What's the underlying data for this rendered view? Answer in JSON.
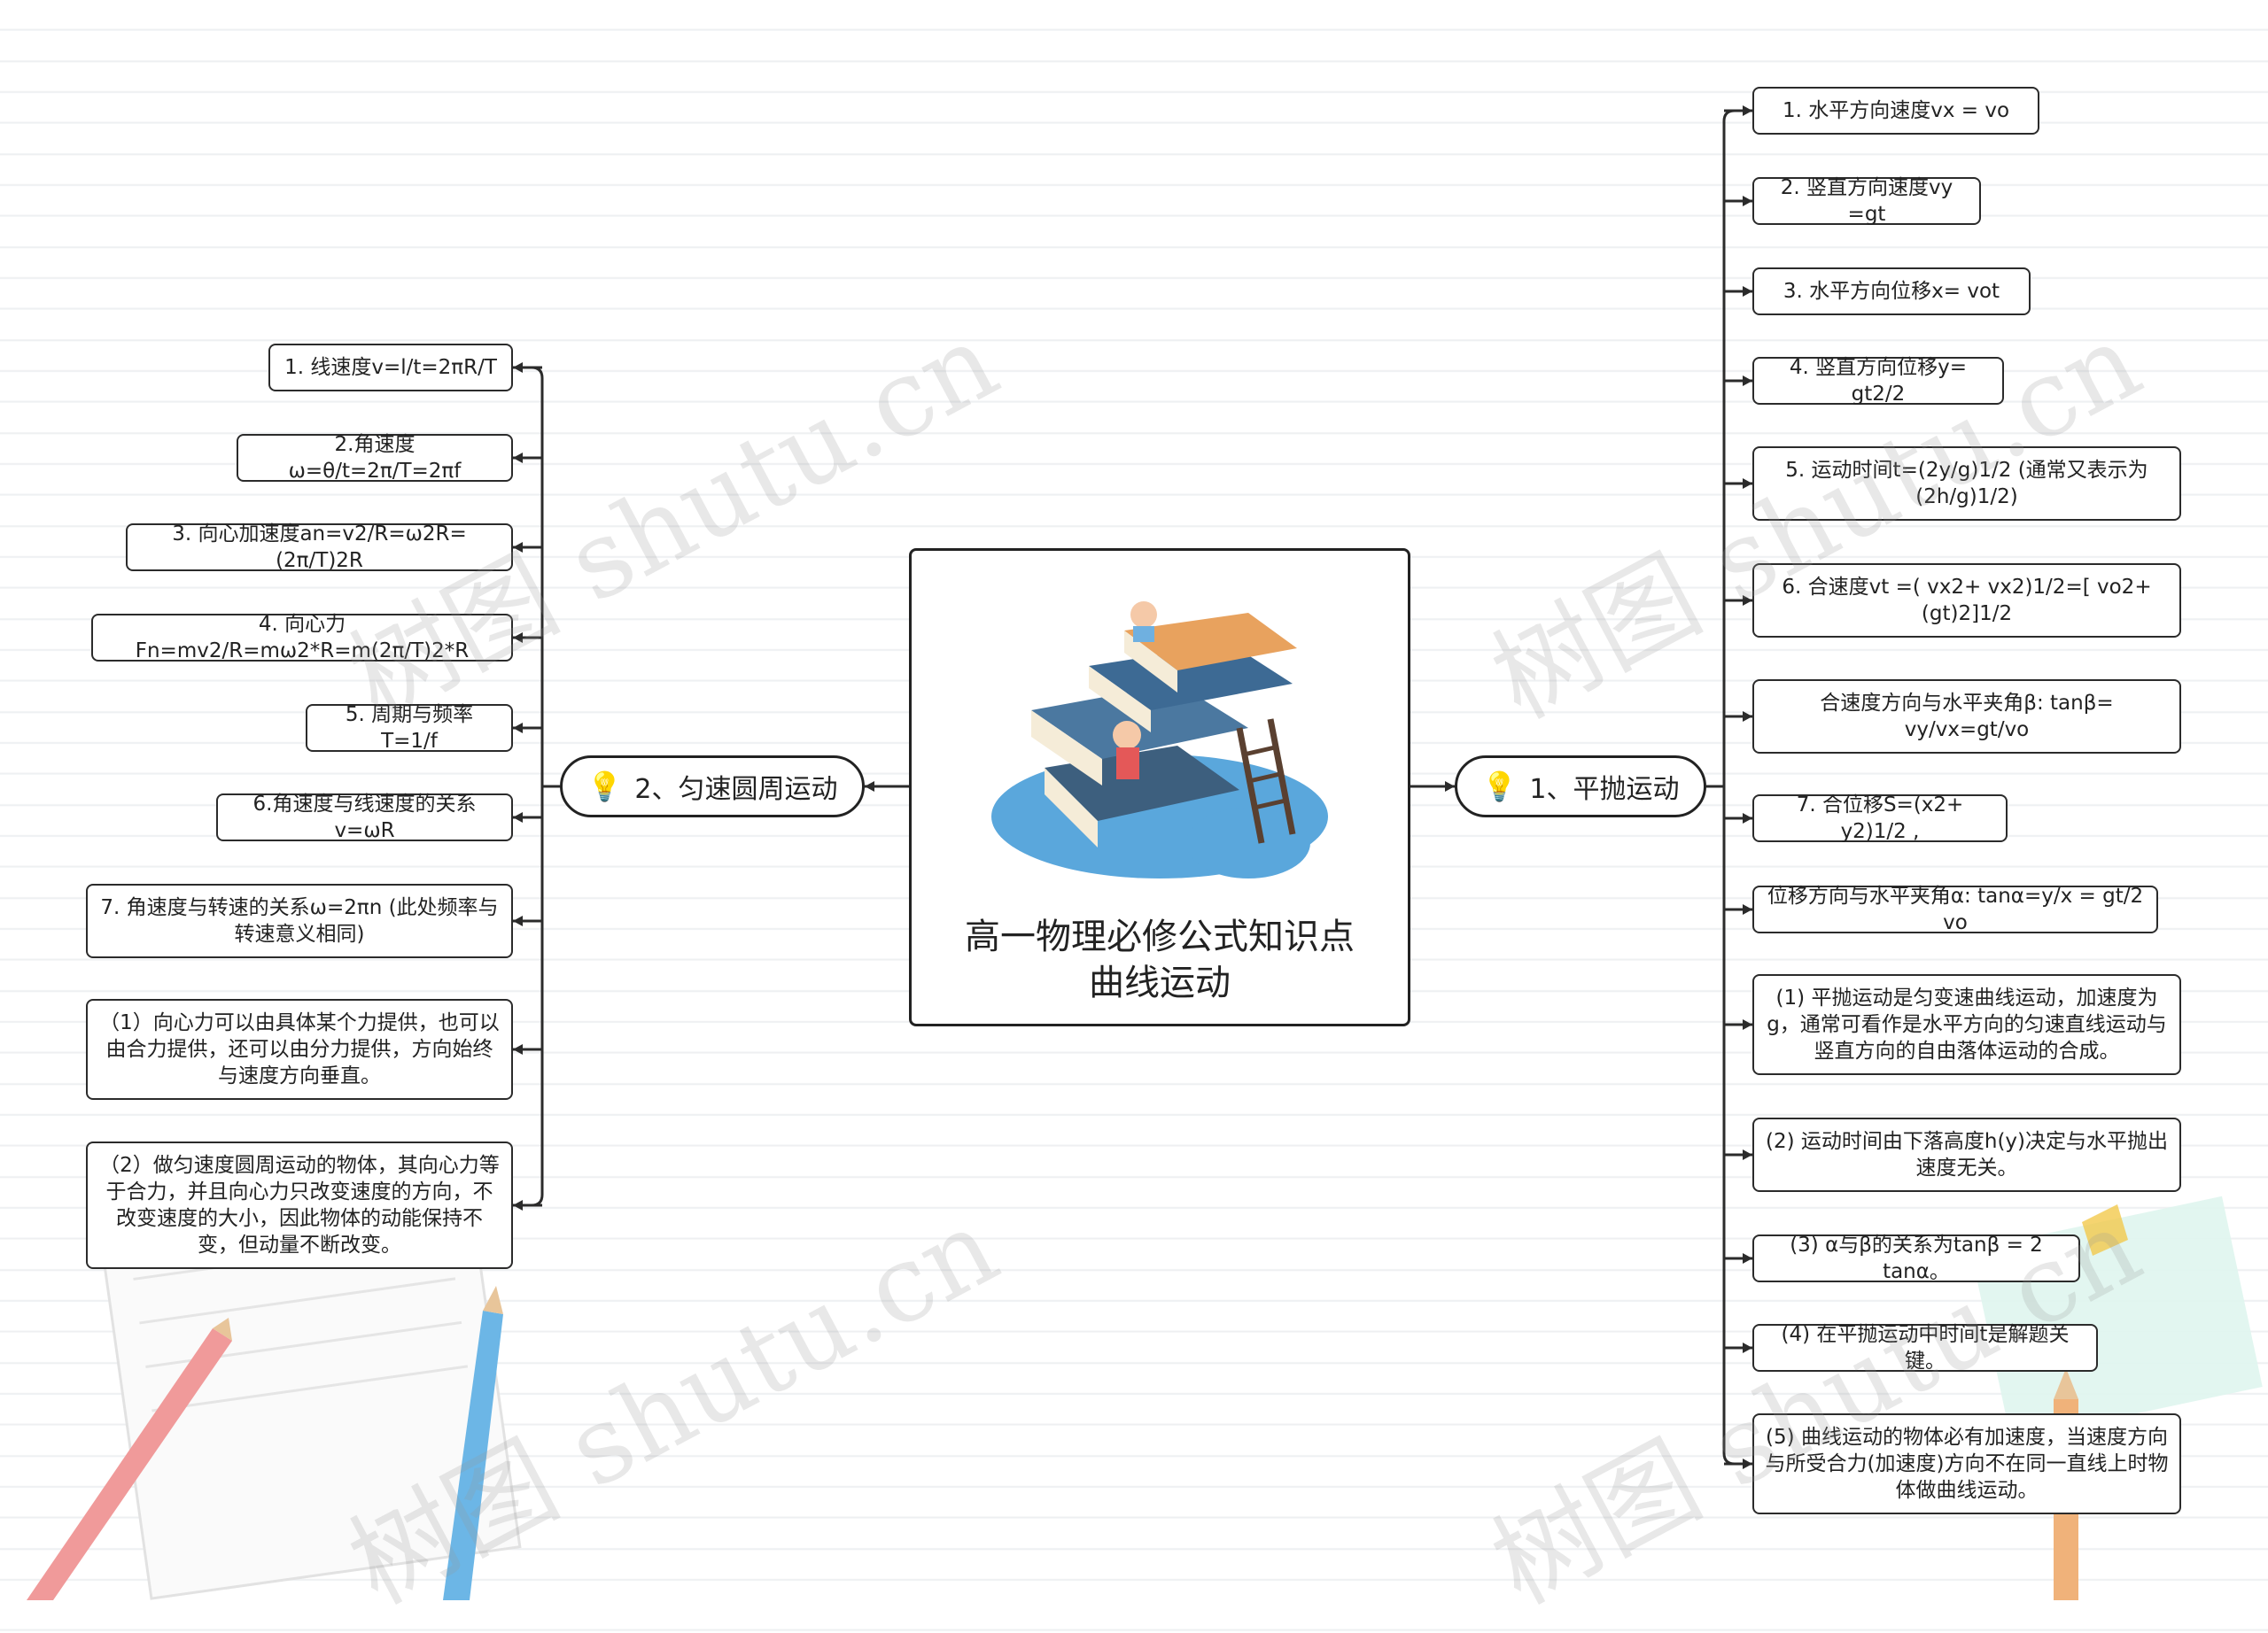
{
  "root": {
    "title_line1": "高一物理必修公式知识点",
    "title_line2": "曲线运动"
  },
  "right_branch": {
    "label": "1、平抛运动",
    "items": [
      "1. 水平方向速度vx = vo",
      "2. 竖直方向速度vy =gt",
      "3. 水平方向位移x= vot",
      "4. 竖直方向位移y= gt2/2",
      "5. 运动时间t=(2y/g)1/2 (通常又表示为(2h/g)1/2)",
      "6. 合速度vt =( vx2+ vx2)1/2=[ vo2+(gt)2]1/2",
      "合速度方向与水平夹角β: tanβ= vy/vx=gt/vo",
      "7. 合位移S=(x2+ y2)1/2 ,",
      "位移方向与水平夹角α: tanα=y/x = gt/2 vo",
      "(1) 平抛运动是匀变速曲线运动，加速度为g，通常可看作是水平方向的匀速直线运动与竖直方向的自由落体运动的合成。",
      "(2) 运动时间由下落高度h(y)决定与水平抛出速度无关。",
      "(3) α与β的关系为tanβ = 2 tanα。",
      "(4) 在平抛运动中时间t是解题关键。",
      "(5) 曲线运动的物体必有加速度，当速度方向与所受合力(加速度)方向不在同一直线上时物体做曲线运动。"
    ]
  },
  "left_branch": {
    "label": "2、匀速圆周运动",
    "items": [
      "1. 线速度v=l/t=2πR/T",
      "2.角速度ω=θ/t=2π/T=2πf",
      "3. 向心加速度an=v2/R=ω2R=(2π/T)2R",
      "4. 向心力Fn=mv2/R=mω2*R=m(2π/T)2*R",
      "5. 周期与频率T=1/f",
      "6.角速度与线速度的关系v=ωR",
      "7. 角速度与转速的关系ω=2πn (此处频率与转速意义相同)",
      "（1）向心力可以由具体某个力提供，也可以由合力提供，还可以由分力提供，方向始终与速度方向垂直。",
      "（2）做匀速度圆周运动的物体，其向心力等于合力，并且向心力只改变速度的方向，不改变速度的大小，因此物体的动能保持不变，但动量不断改变。"
    ]
  },
  "watermark": "树图 shutu.cn",
  "colors": {
    "line": "#2b2b2b",
    "bulb": "#f6c21a",
    "water": "#5aa7dc"
  }
}
